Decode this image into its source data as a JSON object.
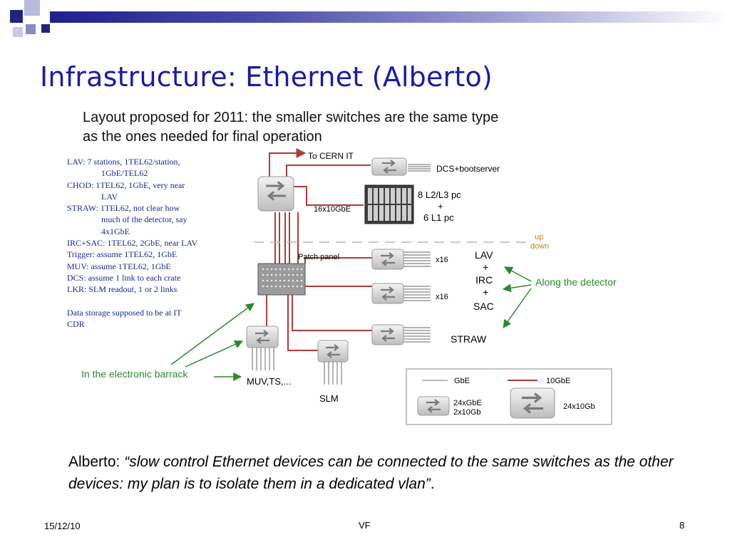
{
  "slide": {
    "title": "Infrastructure: Ethernet (Alberto)",
    "subtitle_line1": "Layout proposed for 2011: the smaller switches are the same type",
    "subtitle_line2": "as the ones needed for final operation",
    "notes": [
      "LAV: 7 stations, 1TEL62/station,",
      "1GbE/TEL62",
      "CHOD: 1TEL62, 1GbE, very near",
      "LAV",
      "STRAW: 1TEL62, not clear how",
      "much of the detector, say",
      "4x1GbE",
      "IRC+SAC: 1TEL62, 2GbE, near LAV",
      "Trigger: assume 1TEL62, 1GbE",
      "MUV: assume 1TEL62, 1GbE",
      "DCS: assume 1 link to each crate",
      "LKR: SLM readout, 1 or 2 links",
      "Data storage supposed to be at IT",
      "CDR"
    ],
    "quote_prefix": "Alberto: ",
    "quote_text": "“slow control Ethernet devices can be connected to the same switches as the other devices: my plan is to isolate them in a dedicated vlan”",
    "quote_suffix": ".",
    "footer_date": "15/12/10",
    "footer_center": "VF",
    "footer_page": "8"
  },
  "diagram": {
    "to_cern": "To CERN IT",
    "dcs": "DCS+bootserver",
    "pc_line1": "8 L2/L3 pc",
    "pc_plus": "+",
    "pc_line2": "6 L1 pc",
    "main_switch": "16x10GbE",
    "up": "up",
    "down": "down",
    "patch_panel": "Patch panel",
    "x16_a": "x16",
    "x16_b": "x16",
    "lav": "LAV",
    "plus1": "+",
    "irc": "IRC",
    "plus2": "+",
    "sac": "SAC",
    "along": "Along the detector",
    "straw": "STRAW",
    "barrack": "In the electronic barrack",
    "muv": "MUV,TS,...",
    "slm": "SLM",
    "legend_gbe": "GbE",
    "legend_10gbe": "10GbE",
    "legend_small1": "24xGbE",
    "legend_small2": "2x10Gb",
    "legend_big": "24x10Gb"
  },
  "colors": {
    "title": "#1a1aa6",
    "notes": "#152b8f",
    "link_10g": "#b03a3a",
    "link_gbe": "#555555",
    "green": "#2a8a2a",
    "updown": "#b8860b"
  }
}
